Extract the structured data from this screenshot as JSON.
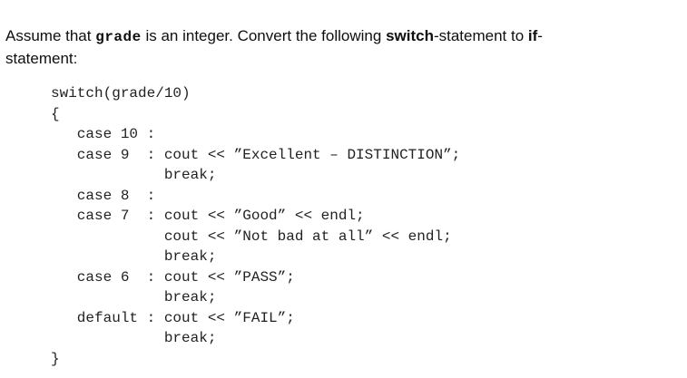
{
  "page": {
    "background_color": "#ffffff",
    "text_color": "#0f0f0f",
    "code_text_color": "#222222"
  },
  "question": {
    "segments": [
      {
        "text": "Assume that ",
        "style": "sans"
      },
      {
        "text": "grade",
        "style": "mono-bold"
      },
      {
        "text": " is an integer. Convert the following ",
        "style": "sans"
      },
      {
        "text": "switch",
        "style": "sans-bold"
      },
      {
        "text": "-statement to ",
        "style": "sans"
      },
      {
        "text": "if",
        "style": "sans-bold"
      },
      {
        "text": "-",
        "style": "sans"
      },
      {
        "break": true
      },
      {
        "text": "statement:",
        "style": "sans"
      }
    ]
  },
  "code": {
    "language": "cpp",
    "lines": [
      "switch(grade/10)",
      "{",
      "   case 10 :",
      "   case 9  : cout << ”Excellent – DISTINCTION”;",
      "             break;",
      "   case 8  :",
      "   case 7  : cout << ”Good” << endl;",
      "             cout << ”Not bad at all” << endl;",
      "             break;",
      "   case 6  : cout << ”PASS”;",
      "             break;",
      "   default : cout << ”FAIL”;",
      "             break;",
      "}"
    ]
  }
}
